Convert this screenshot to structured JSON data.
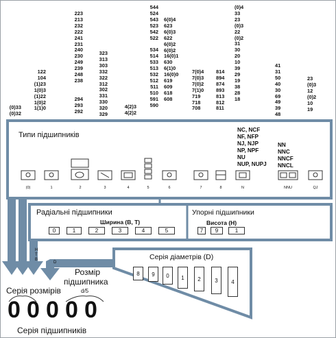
{
  "columns": [
    {
      "id": "c1",
      "values": [
        "(0)33",
        "(0)32"
      ]
    },
    {
      "id": "c2",
      "values": [
        "122",
        "104",
        "(1)23",
        "1(0)3",
        "(1)22",
        "1(0)2",
        "1(1)0"
      ]
    },
    {
      "id": "c3",
      "values": [
        "223",
        "213",
        "232",
        "222",
        "241",
        "231",
        "240",
        "230",
        "249",
        "239",
        "248",
        "238",
        "",
        "",
        "294",
        "293",
        "292"
      ]
    },
    {
      "id": "c4",
      "values": [
        "323",
        "313",
        "303",
        "332",
        "322",
        "312",
        "302",
        "331",
        "330",
        "320",
        "329"
      ]
    },
    {
      "id": "c5",
      "values": [
        "4(2)3",
        "4(2)2"
      ]
    },
    {
      "id": "c6",
      "values": [
        "544",
        "524",
        "543",
        "523",
        "542",
        "522",
        "",
        "534",
        "514",
        "533",
        "513",
        "532",
        "512",
        "511",
        "510",
        "591",
        "590"
      ]
    },
    {
      "id": "c7",
      "values": [
        "6(0)4",
        "623",
        "6(0)3",
        "622",
        "6(0)2",
        "6(0)2",
        "16(0)1",
        "630",
        "6(1)0",
        "16(0)0",
        "619",
        "609",
        "618",
        "608"
      ]
    },
    {
      "id": "c8",
      "values": [
        "7(0)4",
        "7(0)3",
        "7(0)2",
        "7(1)0",
        "719",
        "718",
        "708"
      ]
    },
    {
      "id": "c9",
      "values": [
        "814",
        "894",
        "874",
        "893",
        "813",
        "812",
        "811"
      ]
    },
    {
      "id": "c10",
      "values": [
        "(0)4",
        "33",
        "23",
        "(0)3",
        "22",
        "(0)2",
        "31",
        "30",
        "20",
        "10",
        "39",
        "29",
        "19",
        "38",
        "28",
        "18"
      ]
    },
    {
      "id": "c11",
      "values": [
        "41",
        "31",
        "50",
        "40",
        "30",
        "69",
        "49",
        "39",
        "48"
      ]
    },
    {
      "id": "c12",
      "values": [
        "23",
        "(0)3",
        "12",
        "(0)2",
        "10",
        "19"
      ]
    }
  ],
  "types_box": {
    "title": "Типи підшипників",
    "n_codes": [
      "NC, NCF",
      "NF, NFP",
      "NJ, NJP",
      "NP, NPF",
      "NU",
      "NUP, NUPJ"
    ],
    "nn_codes": [
      "NN",
      "NNC",
      "NNCF",
      "NNCL"
    ],
    "bearing_labels": [
      "(0)",
      "1",
      "2",
      "3",
      "4",
      "5",
      "6",
      "7",
      "8",
      "N",
      "NNU",
      "QJ"
    ]
  },
  "radial": {
    "title": "Радіальні підшипники",
    "width_label": "Ширина (B, T)",
    "cells": [
      "0",
      "1",
      "2",
      "3",
      "4",
      "5"
    ]
  },
  "thrust": {
    "title": "Упорні підшипники",
    "height_label": "Висота (H)",
    "cells": [
      "7",
      "9",
      "1"
    ]
  },
  "side_letters": {
    "h": "H",
    "t": "T",
    "b": "B",
    "d": "D"
  },
  "diameter_series": {
    "title": "Серія діаметрів (D)",
    "cells": [
      "8",
      "9",
      "0",
      "1",
      "2",
      "3",
      "4"
    ]
  },
  "size_series": "Серія розмірів",
  "bore_size": {
    "line1": "Розмір",
    "line2": "підшипника",
    "formula": "d/5"
  },
  "digits": [
    "0",
    "0",
    "0",
    "0",
    "0"
  ],
  "bearing_series": "Серія підшипників",
  "colors": {
    "frame": "#6f8ca6",
    "text": "#111111"
  }
}
